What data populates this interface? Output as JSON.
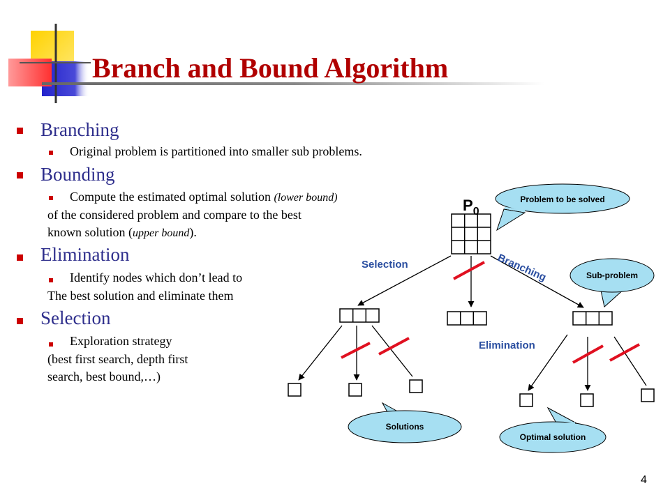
{
  "slide": {
    "title": "Branch and Bound Algorithm",
    "page_number": "4"
  },
  "content": {
    "branching": {
      "heading": "Branching",
      "item": "Original problem is partitioned into smaller sub problems."
    },
    "bounding": {
      "heading": "Bounding",
      "item_main": "Compute the estimated optimal solution ",
      "item_italic": "(lower bound)",
      "line2": "of  the considered problem and compare to the best",
      "line3_main": "known  solution (",
      "line3_italic": "upper bound",
      "line3_end": ")."
    },
    "elimination": {
      "heading": "Elimination",
      "item": "Identify nodes which don’t lead to",
      "line2": "The best solution and eliminate them"
    },
    "selection": {
      "heading": "Selection",
      "item": "Exploration strategy",
      "line2": "(best first search, depth first",
      "line3": " search, best bound,…)"
    }
  },
  "diagram": {
    "root_label": "P",
    "root_subscript": "0",
    "labels": {
      "selection": "Selection",
      "branching": "Branching",
      "elimination": "Elimination"
    },
    "callouts": {
      "problem": "Problem to be solved",
      "subproblem": "Sub-problem",
      "solutions": "Solutions",
      "optimal": "Optimal solution"
    },
    "colors": {
      "callout_fill": "#a6dff2",
      "label_blue": "#2a4ea0",
      "elimination_mark": "#e01020"
    }
  }
}
